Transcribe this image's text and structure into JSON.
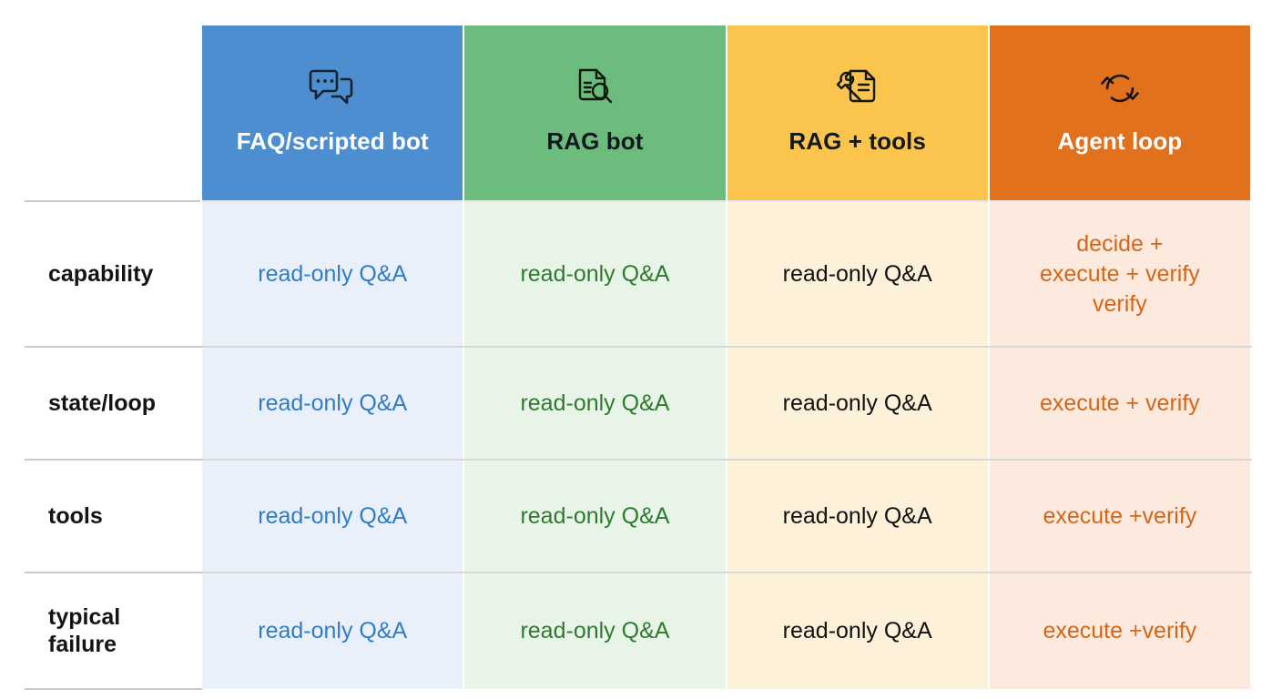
{
  "table": {
    "corner_label": "",
    "columns": [
      {
        "id": "faq",
        "label": "FAQ/scripted bot",
        "icon": "chat-bubbles-icon",
        "header_bg": "#4c8ecf",
        "header_text_color": "#ffffff",
        "cell_bg": "#e9f0fa",
        "cell_text_color": "#2f7dc6"
      },
      {
        "id": "rag",
        "label": "RAG bot",
        "icon": "document-search-icon",
        "header_bg": "#6cbc7d",
        "header_text_color": "#14191f",
        "cell_bg": "#e7f4e7",
        "cell_text_color": "#2f7a2f"
      },
      {
        "id": "rag-tools",
        "label": "RAG + tools",
        "icon": "document-wrench-icon",
        "header_bg": "#fbc44d",
        "header_text_color": "#14191f",
        "cell_bg": "#fdf1da",
        "cell_text_color": "#111111"
      },
      {
        "id": "agent-loop",
        "label": "Agent loop",
        "icon": "refresh-loop-icon",
        "header_bg": "#e2711d",
        "header_text_color": "#ffffff",
        "cell_bg": "#fceadf",
        "cell_text_color": "#d4661a"
      }
    ],
    "rows": [
      {
        "label": "capability",
        "cells": [
          "read-only Q&A",
          "read-only Q&A",
          "read-only Q&A",
          "decide + execute + verify verify"
        ]
      },
      {
        "label": "state/loop",
        "cells": [
          "read-only Q&A",
          "read-only Q&A",
          "read-only Q&A",
          "execute + verify"
        ]
      },
      {
        "label": "tools",
        "cells": [
          "read-only Q&A",
          "read-only Q&A",
          "read-only Q&A",
          "execute +verify"
        ]
      },
      {
        "label": "typical failure",
        "cells": [
          "read-only Q&A",
          "read-only Q&A",
          "read-only Q&A",
          "execute +verify"
        ]
      }
    ]
  }
}
